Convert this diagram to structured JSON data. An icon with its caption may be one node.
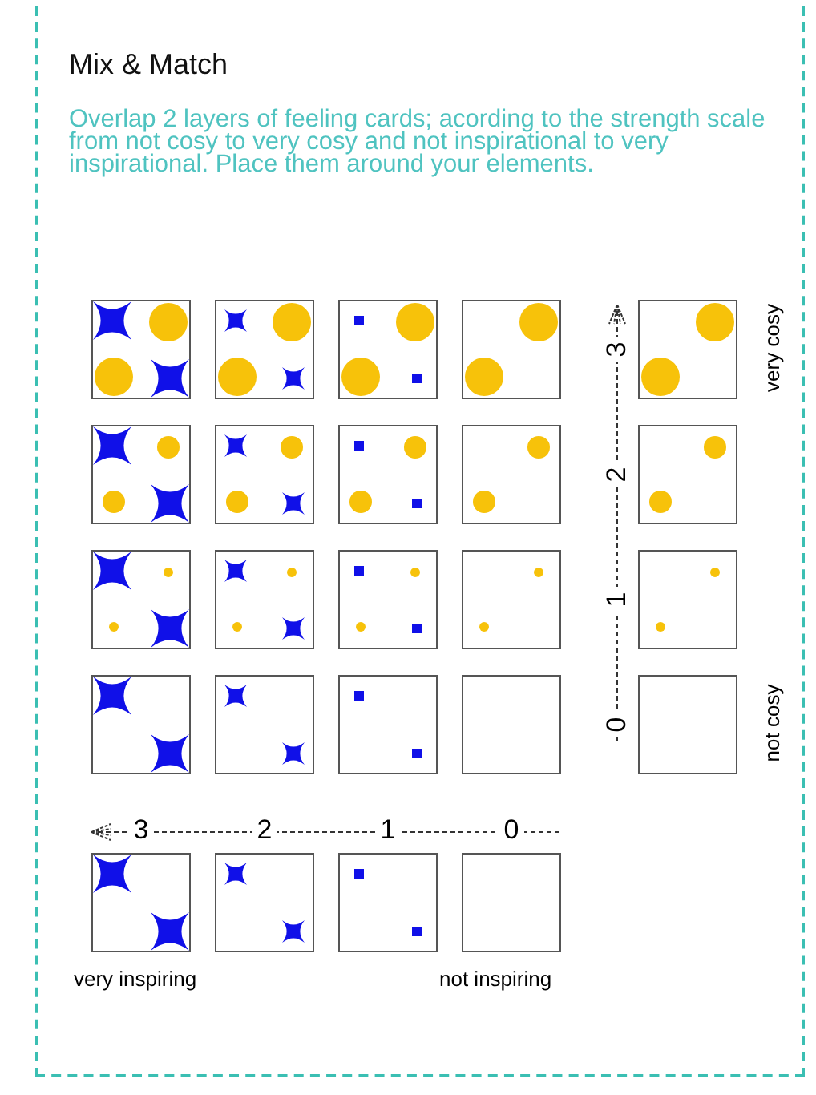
{
  "diagram": {
    "title": "Mix & Match",
    "labels": [
      "Overlap 2 layers of feeling cards; acording to the strength scale from not cosy to very cosy and not inspirational to very inspirational. Place them around your elements.",
      "3",
      "2",
      "1",
      "0",
      "very cosy",
      "not cosy",
      "3",
      "2",
      "1",
      "0",
      "very inspiring",
      "not inspiring"
    ]
  }
}
